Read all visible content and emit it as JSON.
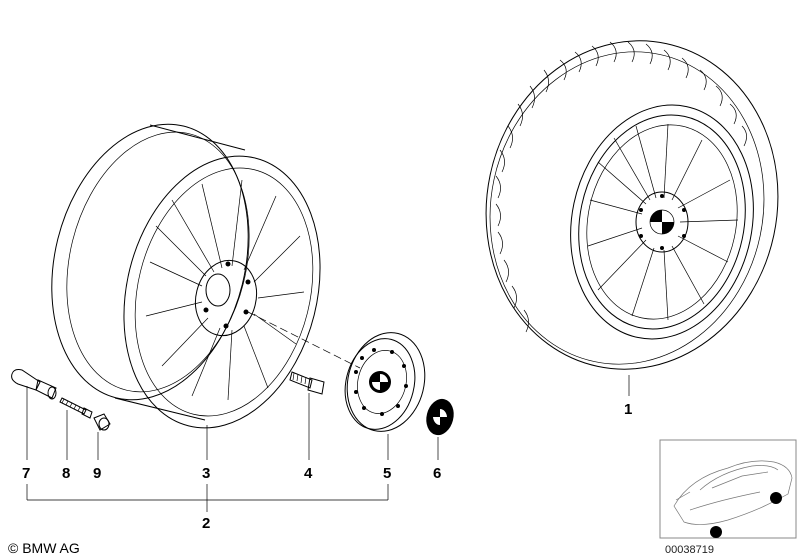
{
  "callouts": [
    {
      "id": "1",
      "label": "1"
    },
    {
      "id": "2",
      "label": "2"
    },
    {
      "id": "3",
      "label": "3"
    },
    {
      "id": "4",
      "label": "4"
    },
    {
      "id": "5",
      "label": "5"
    },
    {
      "id": "6",
      "label": "6"
    },
    {
      "id": "7",
      "label": "7"
    },
    {
      "id": "8",
      "label": "8"
    },
    {
      "id": "9",
      "label": "9"
    }
  ],
  "footer": {
    "copyright": "© BMW AG",
    "part_number": "00038719"
  },
  "icons": [
    "wheel-rim-icon",
    "wheel-tire-icon",
    "valve-icon",
    "hub-cap-icon",
    "bmw-emblem-icon",
    "car-thumbnail-icon"
  ]
}
